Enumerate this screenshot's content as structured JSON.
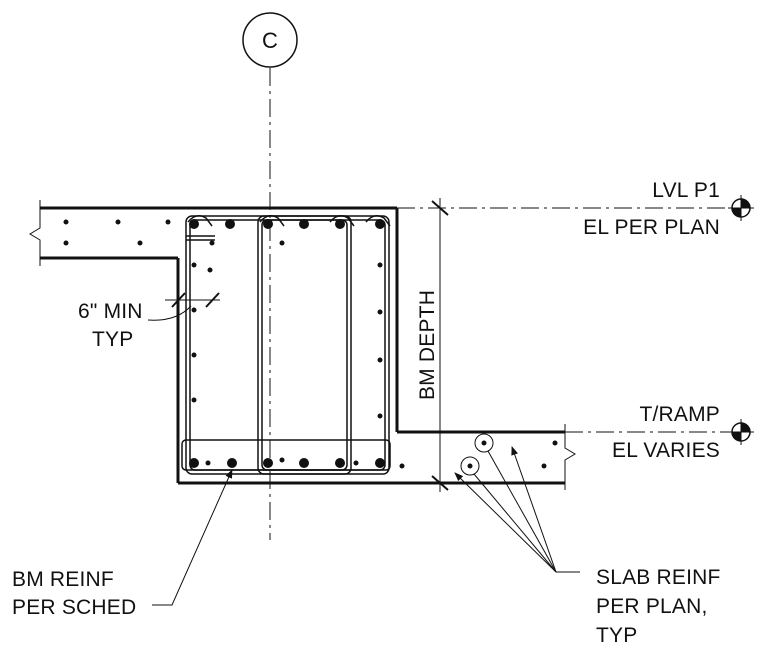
{
  "grid_line": {
    "label": "C"
  },
  "levels": {
    "top": {
      "line1": "LVL P1",
      "line2": "EL PER PLAN"
    },
    "ramp": {
      "line1": "T/RAMP",
      "line2": "EL VARIES"
    }
  },
  "dimensions": {
    "beam_depth": "BM DEPTH",
    "min_clearance": {
      "line1": "6\" MIN",
      "line2": "TYP"
    }
  },
  "notes": {
    "beam_reinf": {
      "line1": "BM REINF",
      "line2": "PER SCHED"
    },
    "slab_reinf": {
      "line1": "SLAB REINF",
      "line2": "PER PLAN,",
      "line3": "TYP"
    }
  },
  "colors": {
    "ink": "#111111",
    "background": "#ffffff"
  }
}
